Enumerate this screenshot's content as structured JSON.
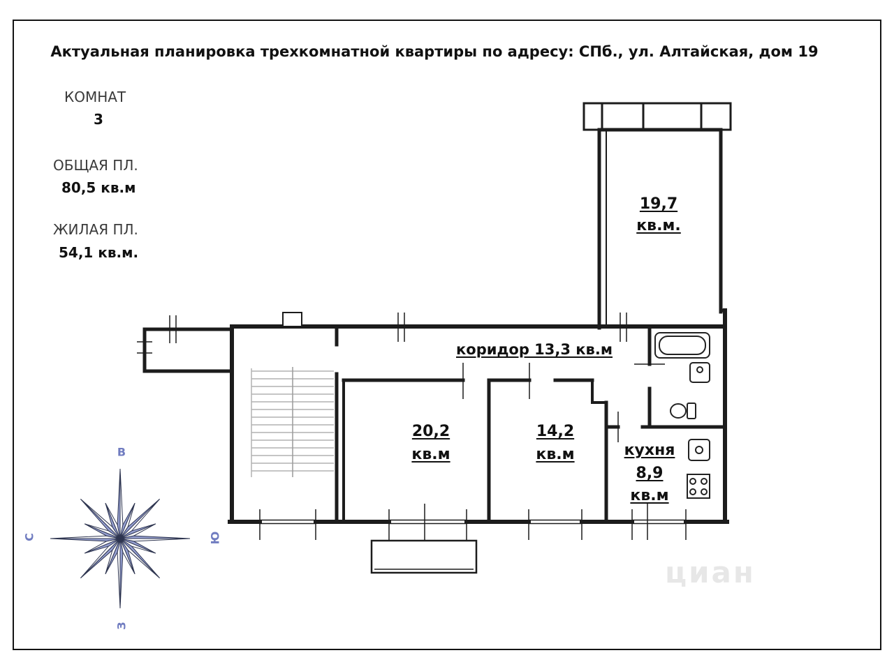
{
  "title": "Актуальная планировка трехкомнатной квартиры по адресу: СПб., ул. Алтайская, дом 19",
  "info": {
    "rooms_label": "КОМНАТ",
    "rooms_value": "3",
    "total_label": "ОБЩАЯ ПЛ.",
    "total_value": "80,5 кв.м",
    "living_label": "ЖИЛАЯ ПЛ.",
    "living_value": "54,1 кв.м."
  },
  "plan": {
    "room_197": {
      "area": "19,7",
      "unit": "кв.м."
    },
    "corridor_label": "коридор 13,3 кв.м",
    "room_202": {
      "area": "20,2",
      "unit": "кв.м"
    },
    "room_142": {
      "area": "14,2",
      "unit": "кв.м"
    },
    "kitchen": {
      "name": "кухня",
      "area": "8,9",
      "unit": "кв.м"
    }
  },
  "compass": {
    "east": "В",
    "north": "С",
    "south": "Ю",
    "west": "З"
  },
  "watermark": "циан",
  "colors": {
    "wall": "#1c1c1c",
    "compass_fill": "#96a0d2",
    "compass_stroke": "#2e3550",
    "compass_label": "#707cc0"
  }
}
